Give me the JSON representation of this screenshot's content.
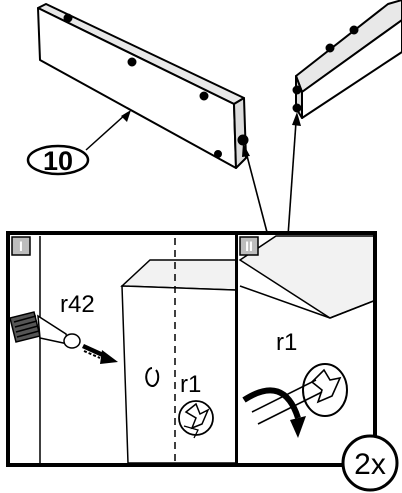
{
  "part_label": "10",
  "panels": [
    {
      "step": "I",
      "callouts": [
        "r42",
        "r1"
      ]
    },
    {
      "step": "II",
      "callouts": [
        "r1"
      ]
    }
  ],
  "quantity": "2x"
}
